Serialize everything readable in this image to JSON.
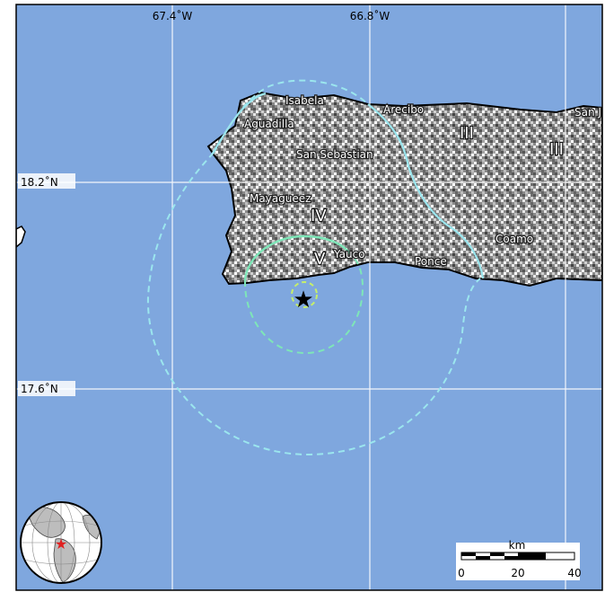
{
  "grid": {
    "lon_labels": [
      "67.4˚W",
      "66.8˚W"
    ],
    "lat_labels": [
      "18.2˚N",
      "17.6˚N"
    ]
  },
  "cities": [
    "Isabela",
    "Arecibo",
    "San J",
    "Aguadilla",
    "San Sebastian",
    "Mayagueez",
    "Coamo",
    "Yauco",
    "Ponce"
  ],
  "intensity_labels": [
    "III",
    "III",
    "IV",
    "V"
  ],
  "epicenter": {
    "symbol": "★",
    "color": "#000000"
  },
  "inset_globe": {
    "marker_symbol": "★",
    "marker_color": "#e02020"
  },
  "scale_bar": {
    "unit": "km",
    "ticks": [
      "0",
      "20",
      "40"
    ]
  },
  "colors": {
    "water": "#7fa7de",
    "contour_III": "#9be6ee",
    "contour_V": "#7ee6b8",
    "contour_inner": "#c6ef6a",
    "grid": "#ffffff"
  }
}
